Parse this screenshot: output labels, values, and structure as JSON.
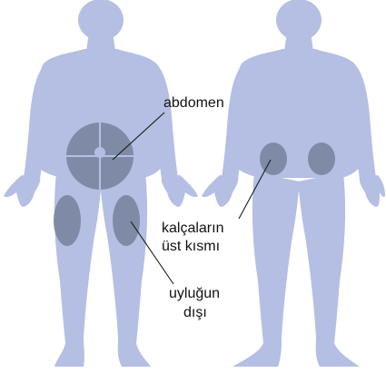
{
  "colors": {
    "body": "#b4bfe3",
    "injection_zone": "#7f8ba6",
    "leader_line": "#1a1a1a",
    "label_text": "#111111",
    "background": "#ffffff"
  },
  "views": {
    "front": "front",
    "back": "back"
  },
  "labels": {
    "abdomen": "abdomen",
    "upper_buttocks_line1": "kalçaların",
    "upper_buttocks_line2": "üst kısmı",
    "outer_thigh_line1": "uyluğun",
    "outer_thigh_line2": "dışı"
  }
}
